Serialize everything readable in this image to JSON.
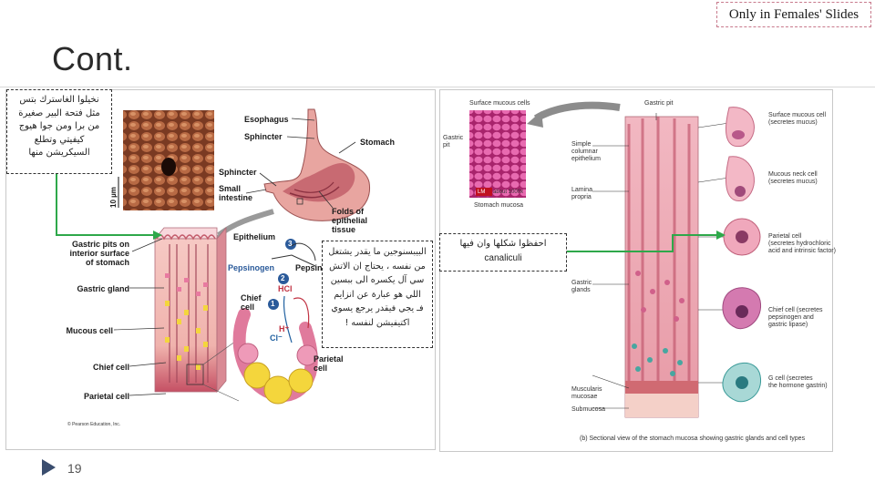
{
  "header": {
    "badge": "Only in Females' Slides",
    "title": "Cont."
  },
  "notes": {
    "left_top": [
      "نخيلوا الغاسترك بتس",
      "مثل فتحة البير صغيرة",
      "من برا ومن جوا هيوج",
      "كيفيتي وتطلع",
      "السيكريشن منها"
    ],
    "center": [
      "البيبسنوجين ما يقدر يشتغل",
      "من نفسه ، يحتاج ان الاتش",
      "سي آل يكسره الى ببسين",
      "اللي هو عبارة عن انزايم",
      "فـ يجي فيقدر يرجع يسوي",
      "اكتيفيشن لنفسه !"
    ],
    "right": {
      "arabic": "احفظوا شكلها وان فيها",
      "latin": "canaliculi"
    }
  },
  "left_figure": {
    "esophagus": "Esophagus",
    "sphincter_top": "Sphincter",
    "stomach": "Stomach",
    "sphincter_bottom": "Sphincter",
    "small_intestine": "Small\nintestine",
    "folds": "Folds of\nepithelial\ntissue",
    "scale": "10 µm",
    "epithelium": "Epithelium",
    "gastric_pits": "Gastric pits on\ninterior surface\nof stomach",
    "gastric_gland": "Gastric gland",
    "mucous_cell": "Mucous cell",
    "chief_cell_left": "Chief cell",
    "parietal_cell_left": "Parietal cell",
    "pepsinogen": "Pepsinogen",
    "pepsin": "Pepsin",
    "hcl": "HCl",
    "h_plus": "H⁺",
    "cl_minus": "Cl⁻",
    "chief_cell": "Chief\ncell",
    "parietal_cell": "Parietal\ncell",
    "step1": "1",
    "step2": "2",
    "step3": "3",
    "copyright": "© Pearson Education, Inc."
  },
  "right_figure": {
    "surface_mucous_cells": "Surface mucous cells",
    "gastric_pit": "Gastric pit",
    "gastric_pit_small": "Gastric\npit",
    "magnification": "about 1000x",
    "stomach_mucosa": "Stomach mucosa",
    "simple_columnar": "Simple\ncolumnar\nepithelium",
    "lamina_propria": "Lamina\npropria",
    "gastric_glands": "Gastric\nglands",
    "muscularis_mucosae": "Muscularis\nmucosae",
    "submucosa": "Submucosa",
    "surface_mucous_cell": "Surface mucous cell\n(secretes mucus)",
    "mucous_neck_cell": "Mucous neck cell\n(secretes mucus)",
    "parietal_cell": "Parietal cell\n(secretes hydrochloric\nacid and intrinsic factor)",
    "chief_cell": "Chief cell (secretes\npepsinogen and\ngastric lipase)",
    "g_cell": "G cell (secretes\nthe hormone gastrin)",
    "caption": "(b) Sectional view of the stomach mucosa showing gastric glands and cell types",
    "micrograph_tag": "LM"
  },
  "footer": {
    "page_number": "19"
  },
  "colors": {
    "arrow_green": "#2ea84a",
    "badge_border": "#c87a8c",
    "play_icon": "#3a4d6e"
  }
}
